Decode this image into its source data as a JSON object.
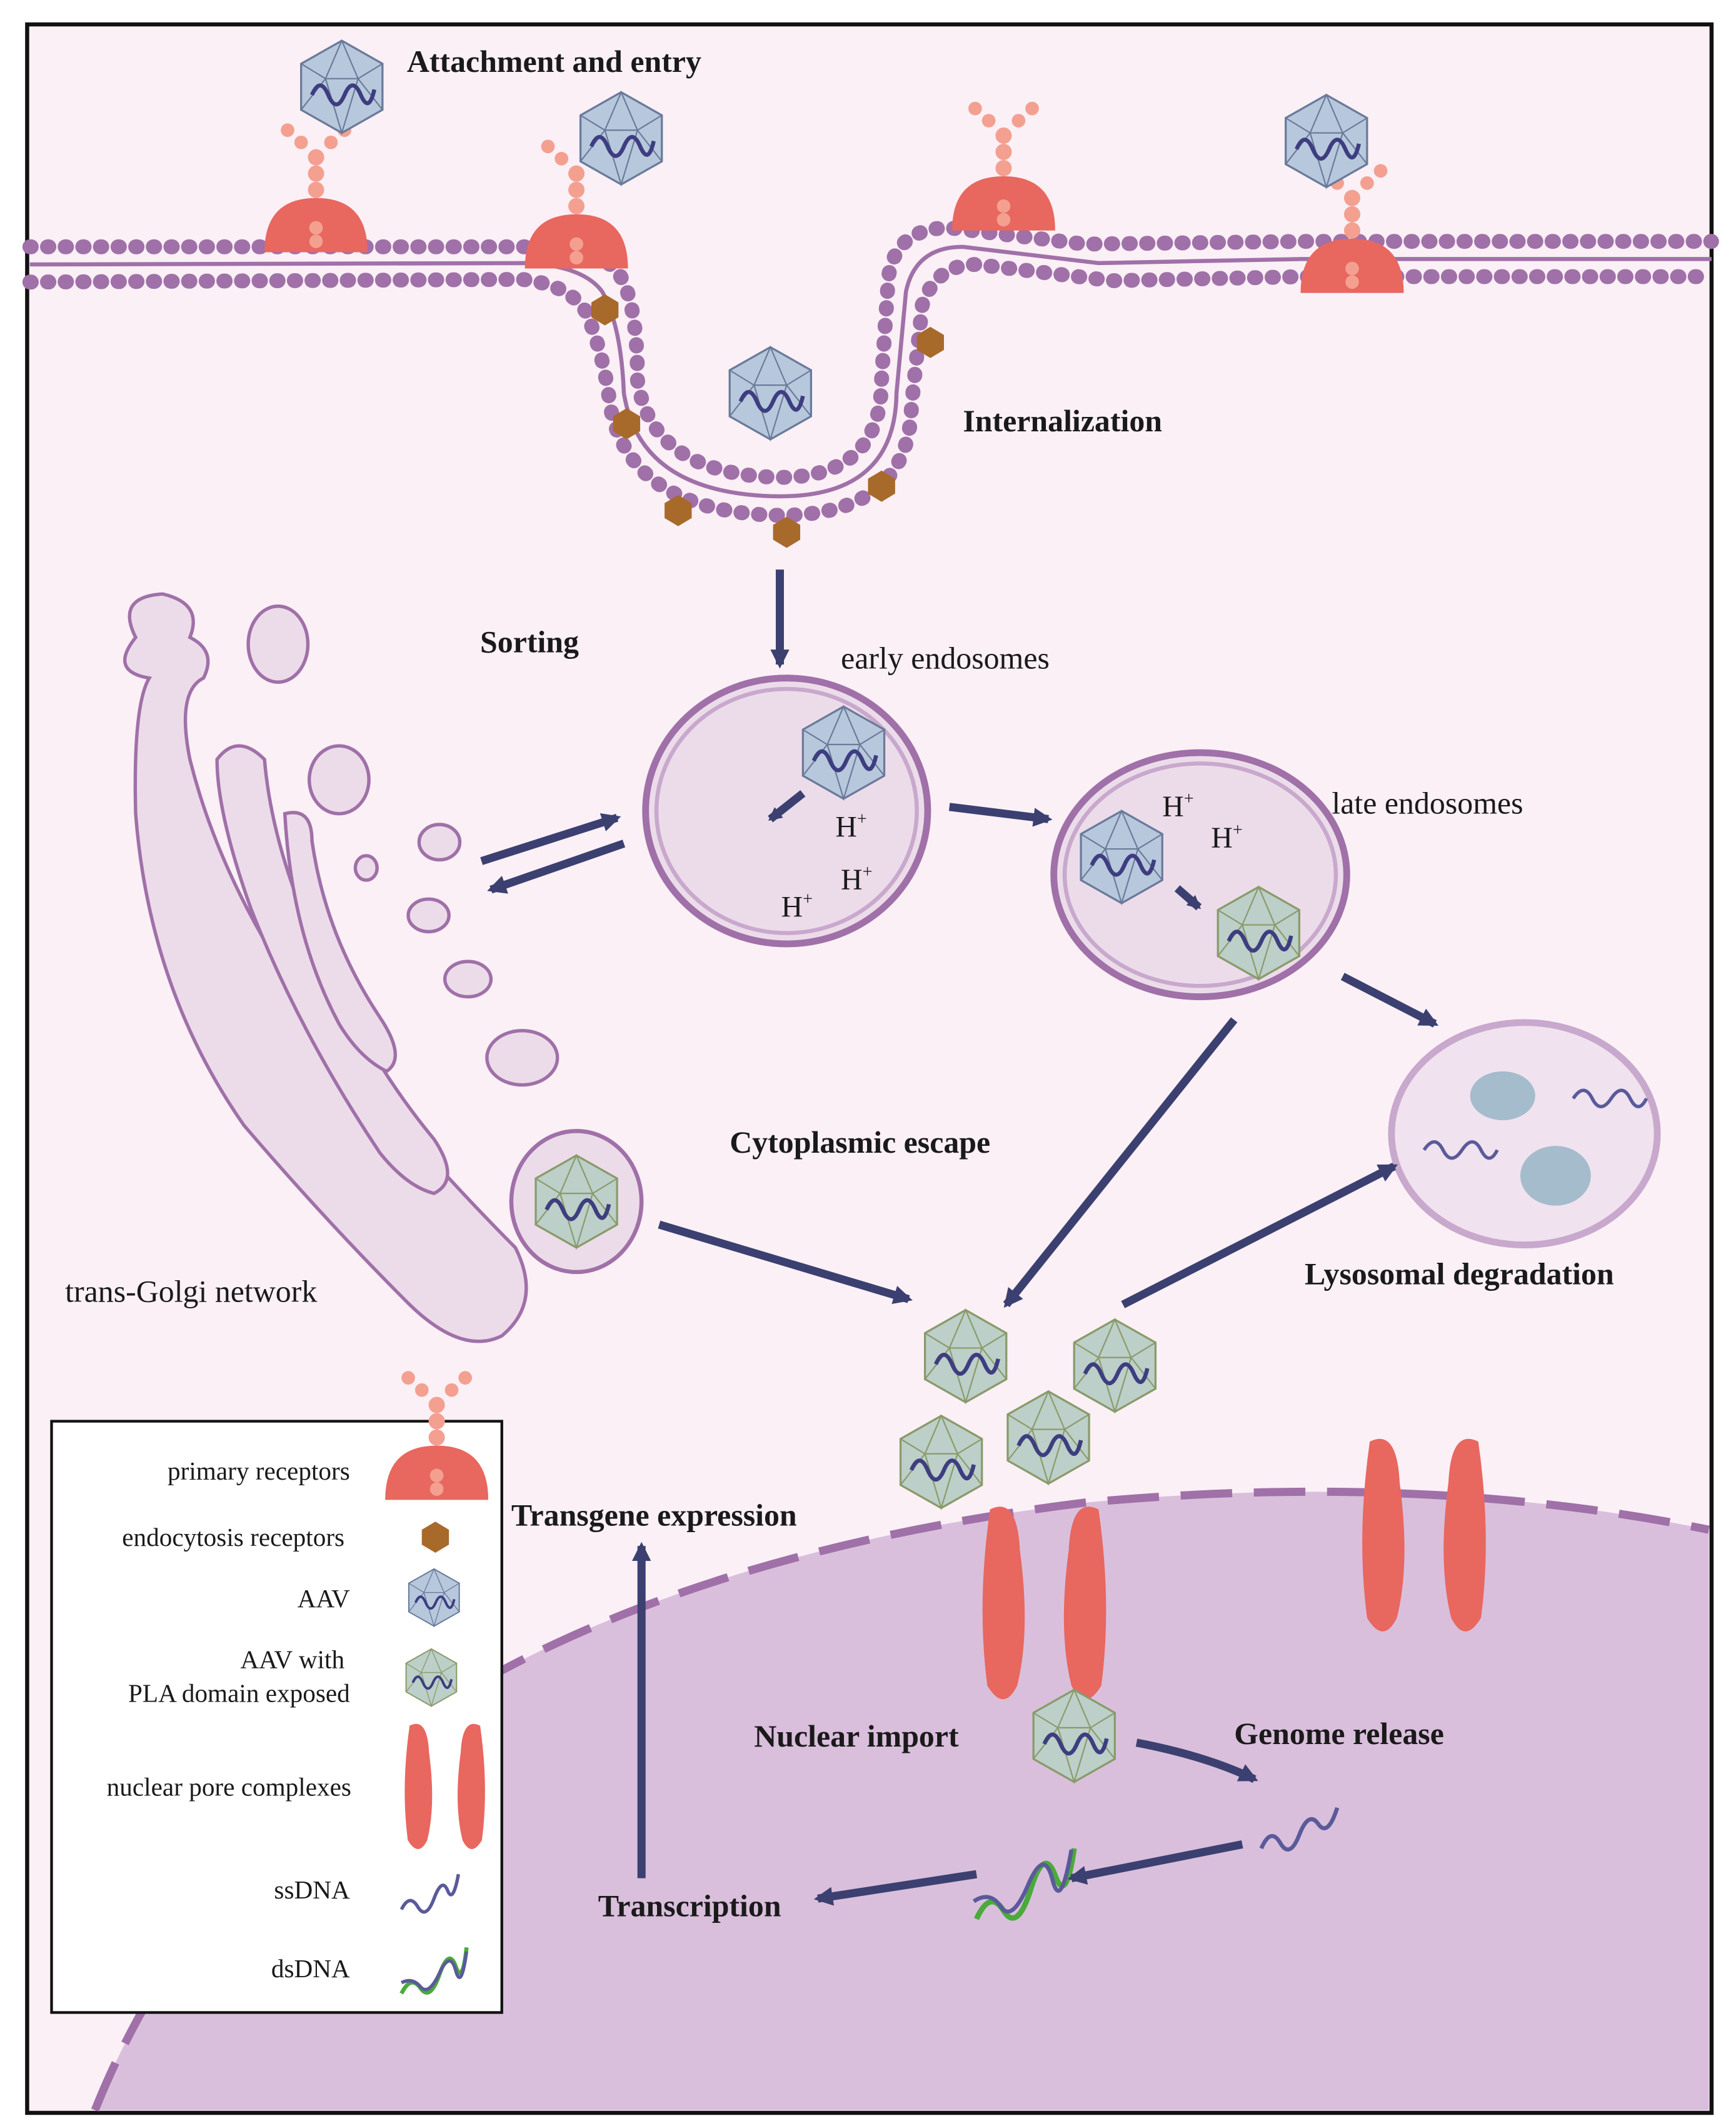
{
  "labels": {
    "attachment": "Attachment and entry",
    "internalization": "Internalization",
    "sorting": "Sorting",
    "early_endosomes": "early endosomes",
    "late_endosomes": "late endosomes",
    "cytoplasmic_escape": "Cytoplasmic escape",
    "lysosomal_degradation": "Lysosomal degradation",
    "trans_golgi": "trans-Golgi network",
    "transgene_expression": "Transgene expression",
    "nuclear_import": "Nuclear import",
    "genome_release": "Genome release",
    "transcription": "Transcription",
    "proton": "H",
    "proton_charge": "+"
  },
  "legend": {
    "items": [
      {
        "label": "primary receptors",
        "icon": "primary-receptor-icon"
      },
      {
        "label": "endocytosis receptors",
        "icon": "endocytosis-receptor-icon"
      },
      {
        "label": "AAV",
        "icon": "aav-icon"
      },
      {
        "label_line1": "AAV with",
        "label_line2": "PLA domain exposed",
        "icon": "aav-pla-icon"
      },
      {
        "label": "nuclear pore complexes",
        "icon": "nuclear-pore-icon"
      },
      {
        "label": "ssDNA",
        "icon": "ssdna-icon"
      },
      {
        "label": "dsDNA",
        "icon": "dsdna-icon"
      }
    ]
  },
  "colors": {
    "background": "#faf0f6",
    "cytoplasm_membrane": "#a070a8",
    "nucleus_fill": "#d9bfdc",
    "receptor": "#e8675f",
    "receptor_stalk": "#f3a090",
    "endocytosis_receptor": "#a86a2a",
    "aav_fill": "#b8c8dc",
    "aav_pla_fill": "#bccfc8",
    "arrow": "#3b4070",
    "ssdna": "#5a5a9a",
    "dsdna_green": "#4aaa3a"
  }
}
